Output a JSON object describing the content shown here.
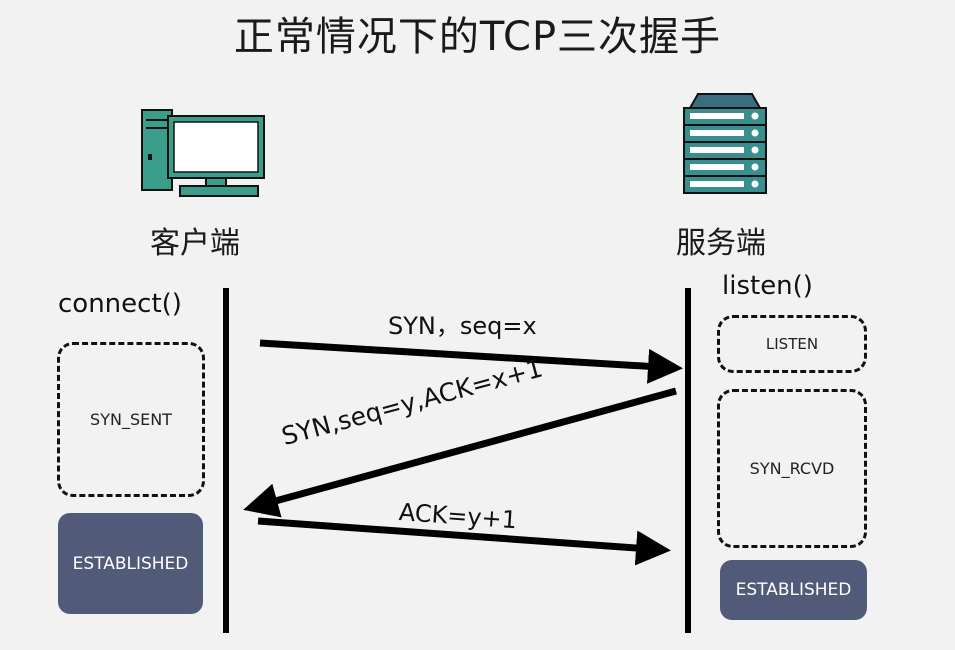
{
  "title": "正常情况下的TCP三次握手",
  "client": {
    "label": "客户端",
    "call": "connect()",
    "states": [
      "SYN_SENT",
      "ESTABLISHED"
    ]
  },
  "server": {
    "label": "服务端",
    "call": "listen()",
    "states": [
      "LISTEN",
      "SYN_RCVD",
      "ESTABLISHED"
    ]
  },
  "messages": [
    {
      "label": "SYN，seq=x",
      "direction": "client-to-server"
    },
    {
      "label": "SYN,seq=y,ACK=x+1",
      "direction": "server-to-client"
    },
    {
      "label": "ACK=y+1",
      "direction": "client-to-server"
    }
  ],
  "colors": {
    "background": "#f2f2f2",
    "icon_fill": "#3a9e8a",
    "icon_dark": "#2f5b6b",
    "established_fill": "#525a7a"
  },
  "icons": [
    "computer-icon",
    "server-icon"
  ]
}
